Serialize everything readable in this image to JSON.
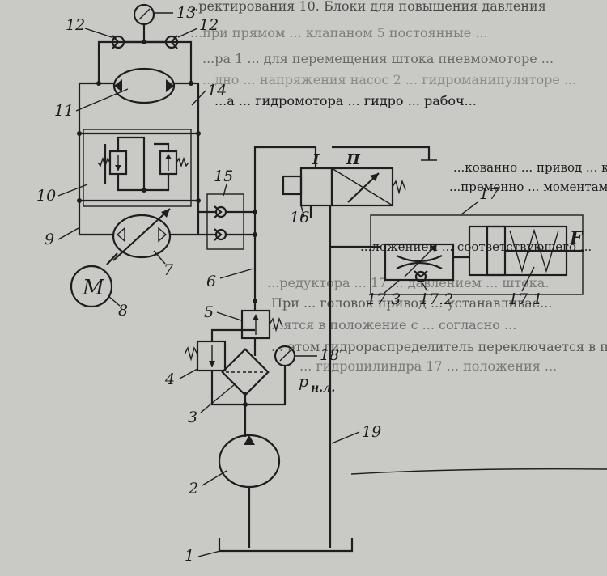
{
  "labels": {
    "n1": "1",
    "n2": "2",
    "n3": "3",
    "n4": "4",
    "n5": "5",
    "n6": "6",
    "n7": "7",
    "n8": "8",
    "n9": "9",
    "n10": "10",
    "n11": "11",
    "n12a": "12",
    "n12b": "12",
    "n13": "13",
    "n14": "14",
    "n15": "15",
    "n16": "16",
    "n17": "17",
    "n17_1": "17.1",
    "n17_2": "17.2",
    "n17_3": "17.3",
    "n18": "18",
    "n19": "19",
    "pos1": "I",
    "pos2": "II",
    "motor": "M",
    "force": "F",
    "pressure_sym": "p",
    "pressure_sub": "н.л."
  },
  "background_text": [
    "...ректирования 10. Блоки для повышения давления",
    "...при прямом ... клапаном 5 постоянные ...",
    "...ра 1 ... для перемещения штока пневмомоторе ...",
    "...дно ... напряжения насос 2 ... гидроманипуляторе ...",
    "...а ... гидромотора ... гидро ... рабоч...",
    "...кованно ... привод ... кастрол ...",
    "...пременно ... моментам пренны ...",
    "...ложением ... соответствующего ...",
    "...редуктора ... 17 ... давлением ... штока.",
    "При ... головок привод ... устанавливае...",
    "...ятся в положение с ... согласно ...",
    "... этом гидрораспределитель переключается в позицию ...",
    "... гидроцилиндра 17 ... положения ..."
  ]
}
